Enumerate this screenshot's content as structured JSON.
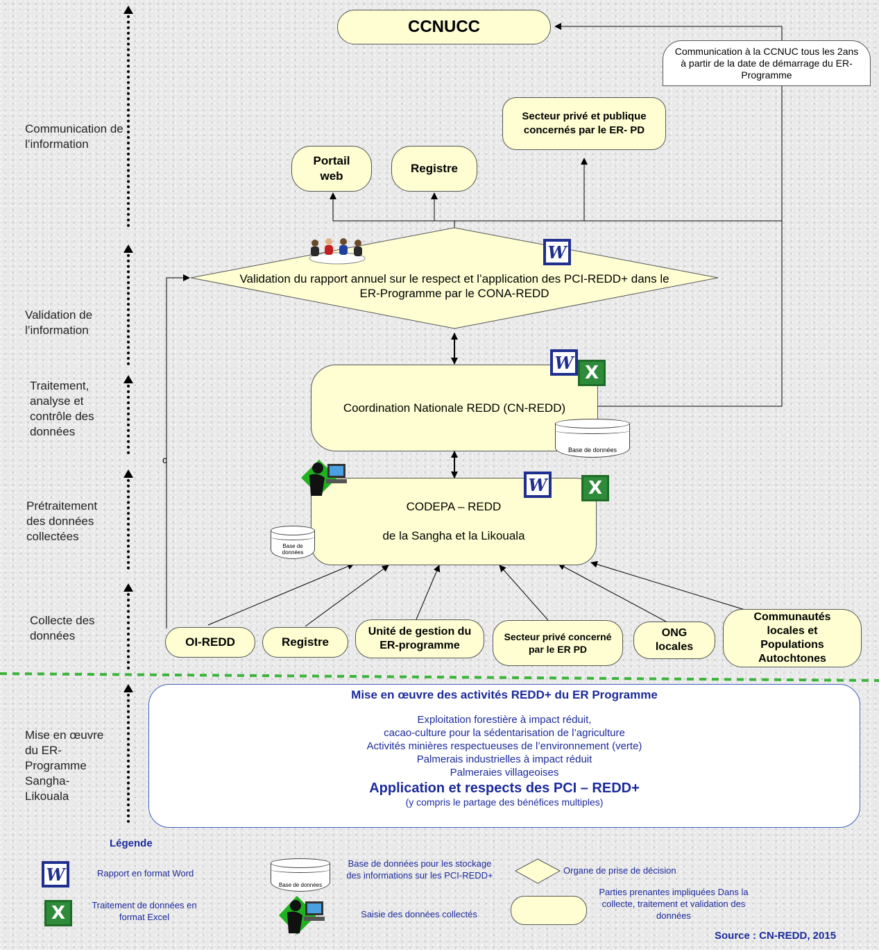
{
  "stages": [
    {
      "label": "Communication de l’information"
    },
    {
      "label": "Validation de l’information"
    },
    {
      "label": "Traitement, analyse et contrôle des données"
    },
    {
      "label": "Prétraitement des données collectées"
    },
    {
      "label": "Collecte des données"
    },
    {
      "label": "Mise en œuvre du ER-Programme Sangha-Likouala"
    }
  ],
  "nodes": {
    "ccnucc": "CCNUCC",
    "communication_note": "Communication à la CCNUC tous les 2ans à partir de la date de démarrage du ER-Programme",
    "secteur_prive_publique": "Secteur privé et publique concernés par le ER- PD",
    "portail_web": "Portail web",
    "registre_top": "Registre",
    "validation": "Validation du rapport annuel sur le respect et l’application des PCI-REDD+ dans le ER-Programme  par le CONA-REDD",
    "cn_redd": "Coordination Nationale REDD (CN-REDD)",
    "cn_db": "Base de données",
    "codepa_line1": "CODEPA – REDD",
    "codepa_line2": "de la Sangha et la Likouala",
    "codepa_db": "Base de données",
    "c_label": "c",
    "collectors": [
      "OI-REDD",
      "Registre",
      "Unité de gestion du ER-programme",
      "Secteur privé concerné par le ER PD",
      "ONG locales",
      "Communautés locales et Populations Autochtones"
    ]
  },
  "mise_en_oeuvre": {
    "title": "Mise en œuvre des activités REDD+ du ER Programme",
    "activities": [
      "Exploitation forestière à impact réduit,",
      "cacao-culture pour la sédentarisation de l’agriculture",
      "Activités minières respectueuses de l’environnement (verte)",
      "Palmerais industrielles à impact réduit",
      "Palmeraies villageoises"
    ],
    "application": "Application et respects des PCI – REDD+",
    "application_note": "(y compris le partage des bénéfices multiples)"
  },
  "legend": {
    "title": "Légende",
    "word": "Rapport en format Word",
    "excel": "Traitement de données en format Excel",
    "db_icon": "Base de données",
    "db": "Base de données pour les stockage des informations sur les PCI-REDD+",
    "saisie": "Saisie des données collectés",
    "decision": "Organe de prise de décision",
    "parties": "Parties prenantes impliquées Dans la collecte, traitement et validation des données"
  },
  "source": "Source : CN-REDD, 2015",
  "icons": {
    "word": "W",
    "excel": "X"
  },
  "colors": {
    "box_fill": "#fefed2",
    "blue_text": "#1b2a9b",
    "green_dash": "#3cb43c"
  }
}
